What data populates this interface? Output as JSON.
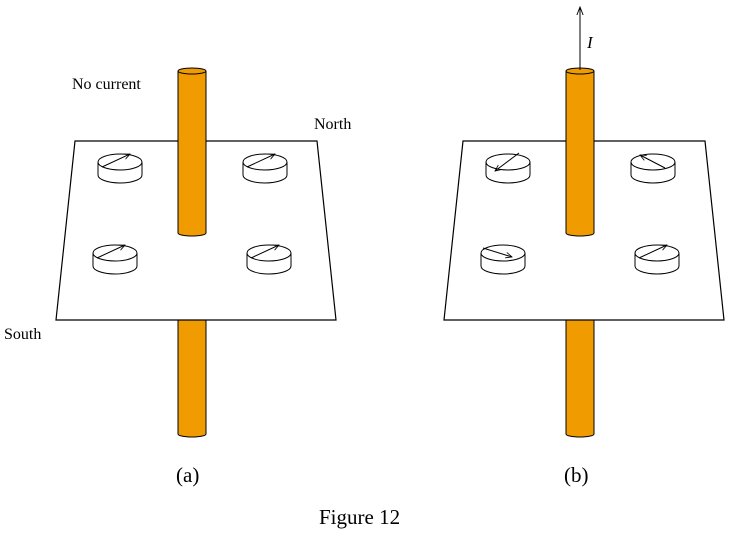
{
  "figure": {
    "caption": "Figure 12",
    "rod_color": "#F09C00",
    "panels": [
      {
        "id": "a",
        "label": "(a)",
        "annotation": "No current",
        "compass_direction_labels": {
          "north": "North",
          "south": "South"
        },
        "current_arrow": false,
        "compasses": [
          {
            "position": "back-left",
            "needle": "northeast"
          },
          {
            "position": "back-right",
            "needle": "northeast"
          },
          {
            "position": "front-left",
            "needle": "northeast"
          },
          {
            "position": "front-right",
            "needle": "northeast"
          }
        ]
      },
      {
        "id": "b",
        "label": "(b)",
        "current_label": "I",
        "current_arrow": true,
        "compasses": [
          {
            "position": "back-left",
            "needle": "southwest"
          },
          {
            "position": "back-right",
            "needle": "northwest"
          },
          {
            "position": "front-left",
            "needle": "southeast"
          },
          {
            "position": "front-right",
            "needle": "northeast"
          }
        ]
      }
    ]
  }
}
